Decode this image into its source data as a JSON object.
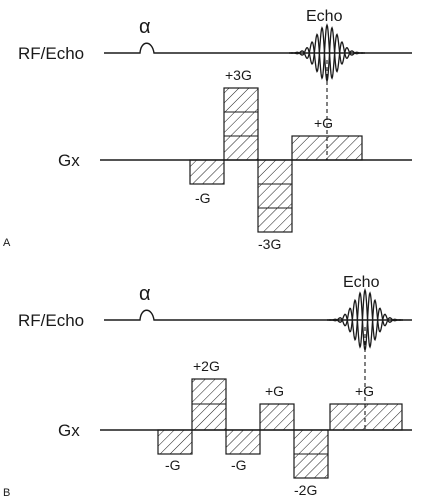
{
  "panels": [
    {
      "id": "A",
      "panel_label": "A",
      "rf_label": "RF/Echo",
      "flip_symbol": "α",
      "echo_label": "Echo",
      "gradient_label": "Gx",
      "lobes": [
        {
          "label": "-G",
          "amplitude": -1,
          "duration": 1
        },
        {
          "label": "+3G",
          "amplitude": 3,
          "duration": 1
        },
        {
          "label": "-3G",
          "amplitude": -3,
          "duration": 1
        },
        {
          "label": "+G",
          "amplitude": 1,
          "duration": 2
        }
      ]
    },
    {
      "id": "B",
      "panel_label": "B",
      "rf_label": "RF/Echo",
      "flip_symbol": "α",
      "echo_label": "Echo",
      "gradient_label": "Gx",
      "lobes": [
        {
          "label": "-G",
          "amplitude": -1,
          "duration": 1
        },
        {
          "label": "+2G",
          "amplitude": 2,
          "duration": 1
        },
        {
          "label": "-G",
          "amplitude": -1,
          "duration": 1
        },
        {
          "label": "+G",
          "amplitude": 1,
          "duration": 1
        },
        {
          "label": "-2G",
          "amplitude": -2,
          "duration": 1
        },
        {
          "label": "+G",
          "amplitude": 1,
          "duration": 2
        }
      ]
    }
  ],
  "colors": {
    "line": "#1a1a1a",
    "background": "#ffffff"
  }
}
